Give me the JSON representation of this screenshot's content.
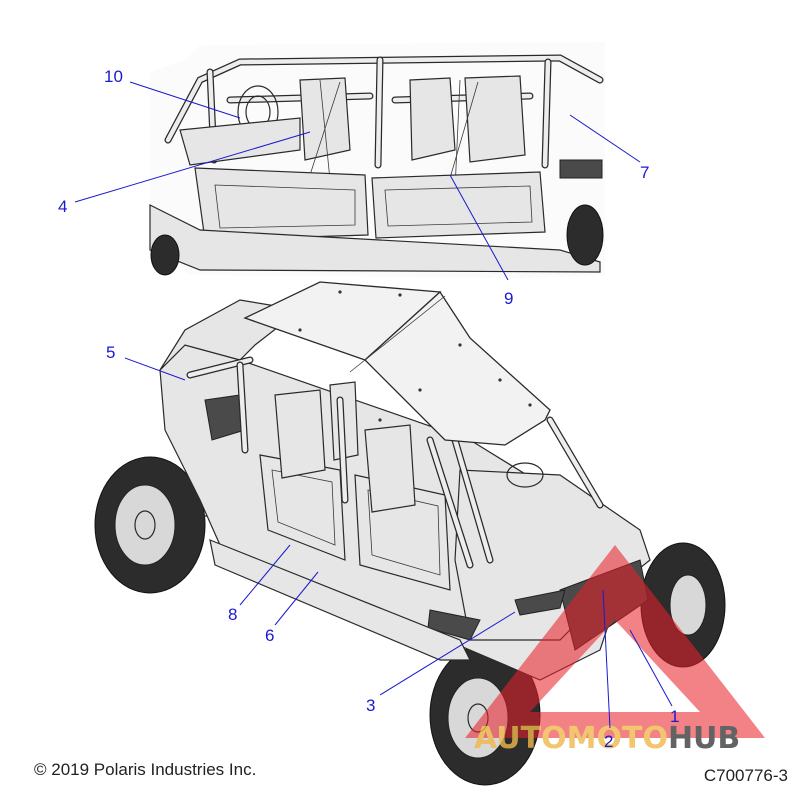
{
  "callouts": {
    "c1": "1",
    "c2": "2",
    "c3": "3",
    "c4": "4",
    "c5": "5",
    "c6": "6",
    "c7": "7",
    "c8": "8",
    "c9": "9",
    "c10": "10"
  },
  "footer": {
    "copyright": "© 2019 Polaris Industries Inc.",
    "figure_code": "C700776-3"
  },
  "watermark": {
    "part1": "AUTOMOTO",
    "part2": "HUB"
  },
  "colors": {
    "callout": "#1a1ad0",
    "watermark_red": "#e8202a",
    "watermark_orange": "#f0b84a",
    "watermark_gray": "#3d3d3d"
  }
}
